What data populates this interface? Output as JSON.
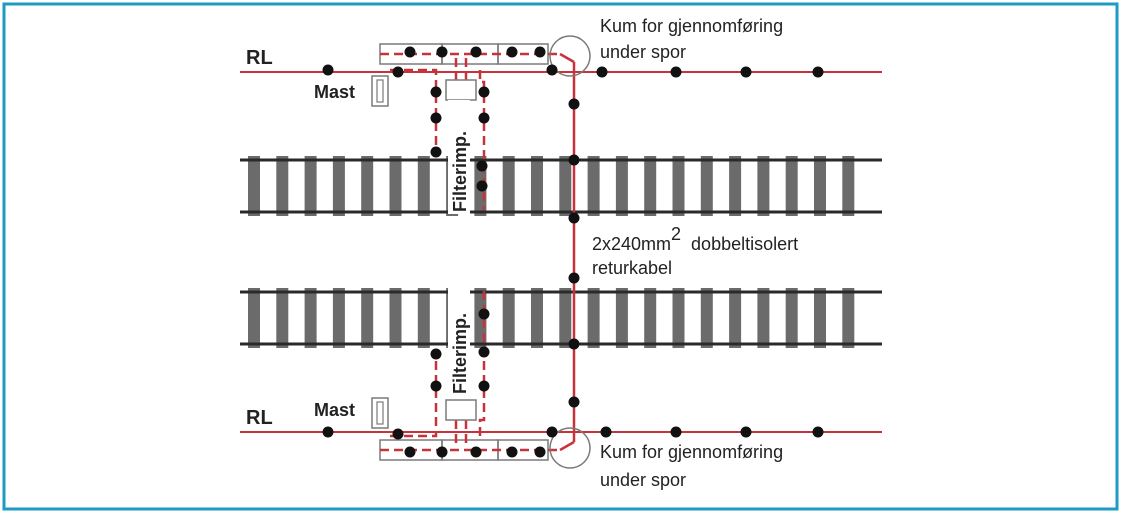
{
  "colors": {
    "frame": "#1c9bc3",
    "cable": "#c8323a",
    "sleeper": "#6b6b6b",
    "rail": "#2a2a2a",
    "node": "#111111",
    "box": "#7a7a7a"
  },
  "labels": {
    "rl_top": "RL",
    "rl_bottom": "RL",
    "mast_top": "Mast",
    "mast_bottom": "Mast",
    "kum_top_line1": "Kum for gjennomføring",
    "kum_top_line2": "under spor",
    "kum_bottom_line1": "Kum for gjennomføring",
    "kum_bottom_line2": "under spor",
    "filter_top": "Filterimp.",
    "filter_bottom": "Filterimp.",
    "cable_line1": "2x240mm",
    "cable_sup": "2",
    "cable_line1_rest": "dobbeltisolert",
    "cable_line2": "returkabel"
  }
}
